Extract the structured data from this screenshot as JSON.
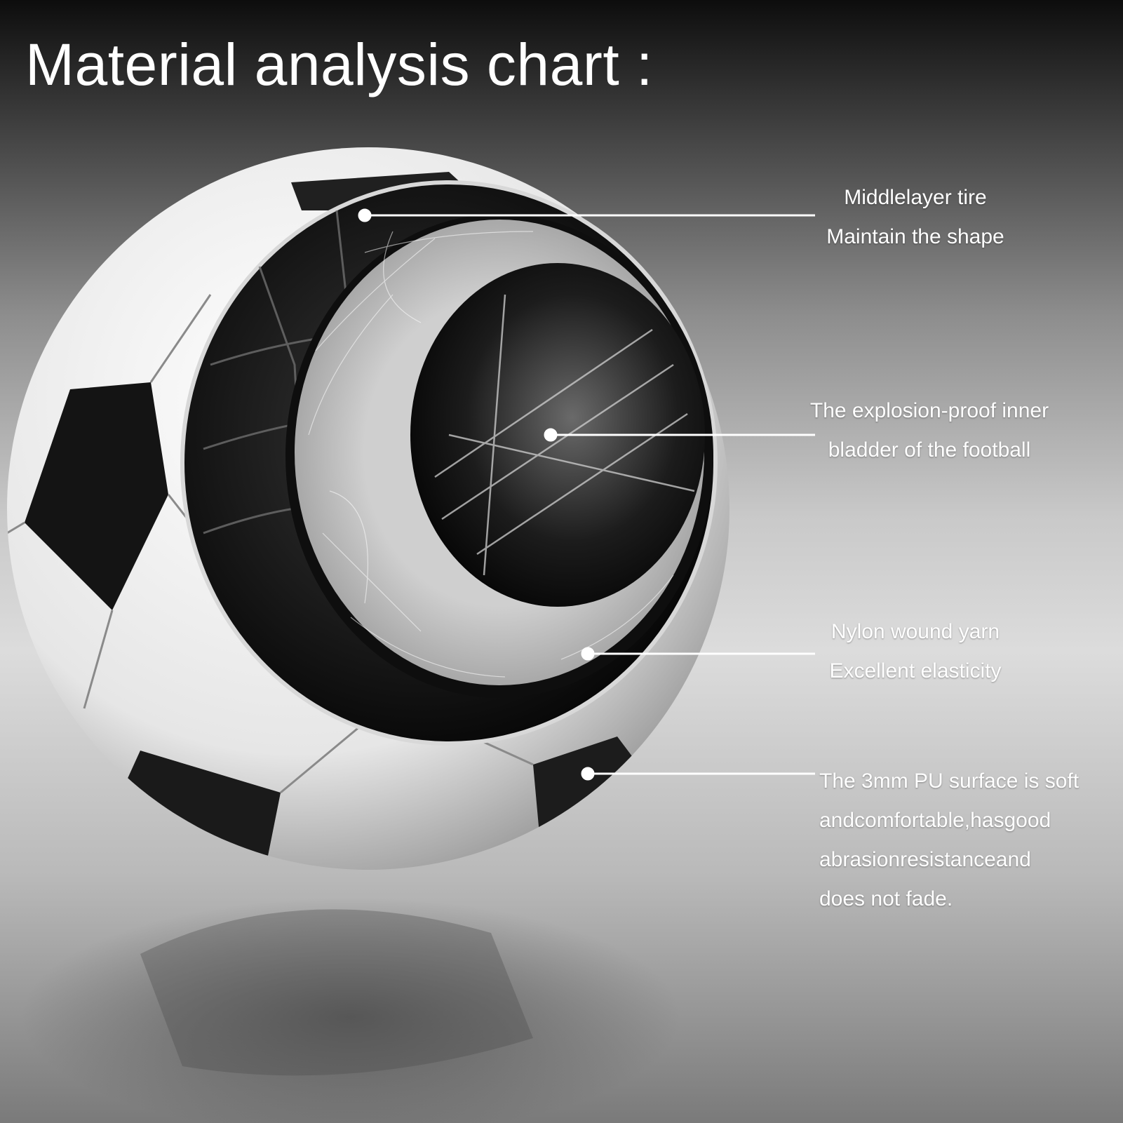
{
  "title": "Material analysis chart :",
  "colors": {
    "text": "#ffffff",
    "leader_line": "#ffffff",
    "ball_white": "#f2f2f2",
    "ball_panel": "#151515"
  },
  "callouts": [
    {
      "id": "middle-layer",
      "lines": [
        "Middlelayer tire",
        "Maintain the shape"
      ]
    },
    {
      "id": "inner-bladder",
      "lines": [
        "The explosion-proof inner",
        "bladder of the football"
      ]
    },
    {
      "id": "nylon-yarn",
      "lines": [
        "Nylon wound yarn",
        "Excellent elasticity"
      ]
    },
    {
      "id": "pu-surface",
      "lines": [
        "The 3mm PU surface is soft",
        "andcomfortable,hasgood",
        "abrasionresistanceand",
        "does not fade."
      ]
    }
  ]
}
